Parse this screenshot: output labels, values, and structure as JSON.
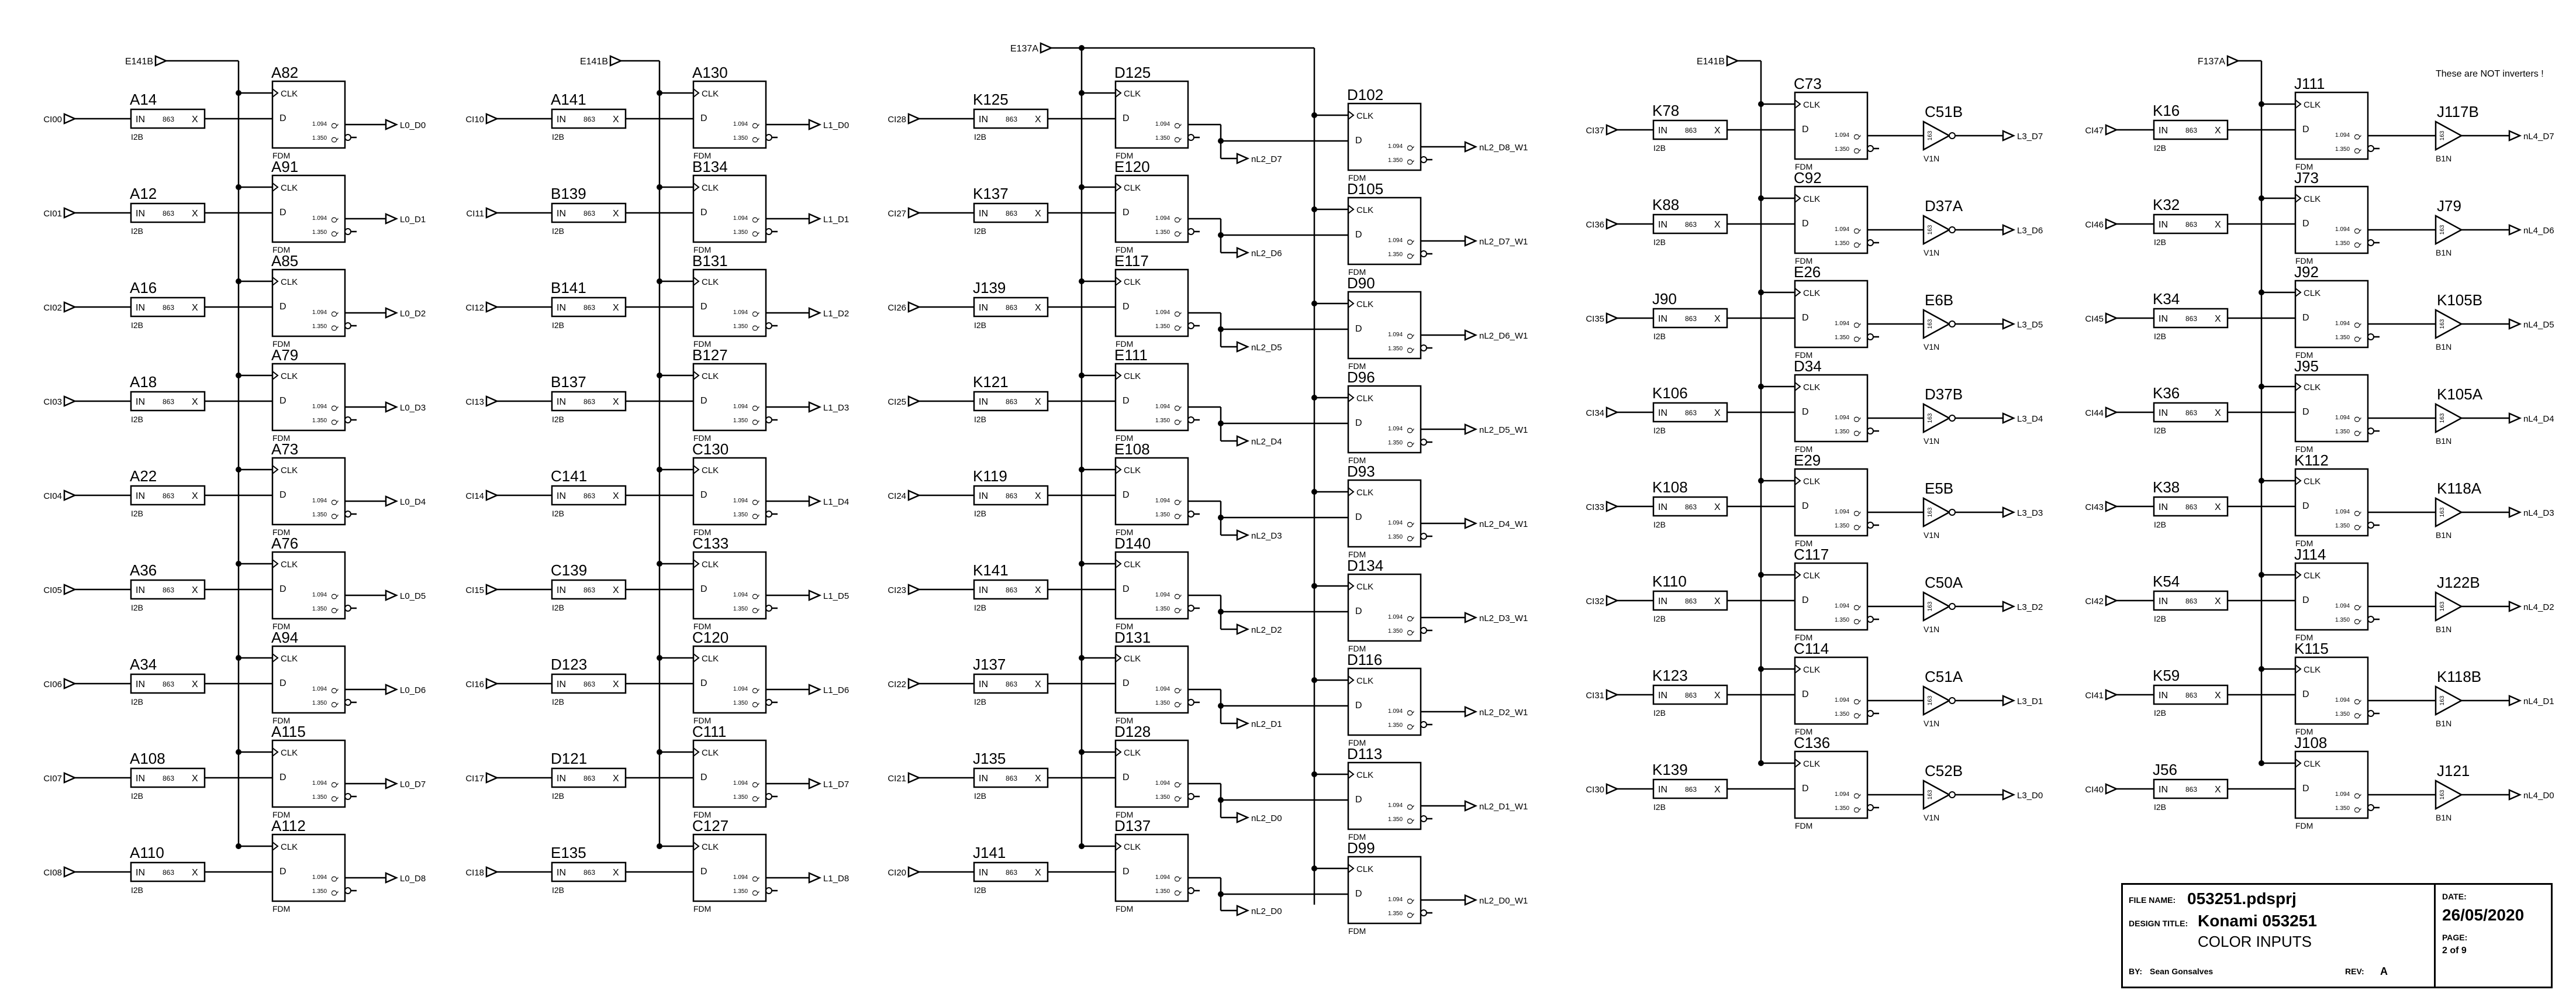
{
  "note": "These are NOT inverters !",
  "title_block": {
    "file_name_label": "FILE NAME:",
    "file_name": "053251.pdsprj",
    "design_title_label": "DESIGN TITLE:",
    "design_title": "Konami 053251",
    "subtitle": "COLOR INPUTS",
    "by_label": "BY:",
    "author": "Sean Gonsalves",
    "rev_label": "REV:",
    "rev": "A",
    "date_label": "DATE:",
    "date": "26/05/2020",
    "page_label": "PAGE:",
    "page": "2  of  9"
  },
  "common": {
    "buf_in": "IN",
    "buf_num": "863",
    "buf_x": "X",
    "buf_type": "I2B",
    "ff_clk": "CLK",
    "ff_d": "D",
    "ff_q": "Q",
    "ff_type": "FDM",
    "ff_v1": "1.094",
    "ff_v2": "1.350",
    "gate_num": "163",
    "gate_v1n": "V1N",
    "gate_b1n": "B1N"
  },
  "groups": [
    {
      "clock": "E141B",
      "inputs": [
        "CI00",
        "CI01",
        "CI02",
        "CI03",
        "CI04",
        "CI05",
        "CI06",
        "CI07",
        "CI08"
      ],
      "buffers": [
        "A14",
        "A12",
        "A16",
        "A18",
        "A22",
        "A36",
        "A34",
        "A108",
        "A110"
      ],
      "ffs": [
        "A82",
        "A91",
        "A85",
        "A79",
        "A73",
        "A76",
        "A94",
        "A115",
        "A112"
      ],
      "outputs": [
        "L0_D0",
        "L0_D1",
        "L0_D2",
        "L0_D3",
        "L0_D4",
        "L0_D5",
        "L0_D6",
        "L0_D7",
        "L0_D8"
      ]
    },
    {
      "clock": "E141B",
      "inputs": [
        "CI10",
        "CI11",
        "CI12",
        "CI13",
        "CI14",
        "CI15",
        "CI16",
        "CI17",
        "CI18"
      ],
      "buffers": [
        "A141",
        "B139",
        "B141",
        "B137",
        "C141",
        "C139",
        "D123",
        "D121",
        "E135"
      ],
      "ffs": [
        "A130",
        "B134",
        "B131",
        "B127",
        "C130",
        "C133",
        "C120",
        "C111",
        "C127"
      ],
      "outputs": [
        "L1_D0",
        "L1_D1",
        "L1_D2",
        "L1_D3",
        "L1_D4",
        "L1_D5",
        "L1_D6",
        "L1_D7",
        "L1_D8"
      ]
    },
    {
      "clock": "E137A",
      "inputs": [
        "CI28",
        "CI27",
        "CI26",
        "CI25",
        "CI24",
        "CI23",
        "CI22",
        "CI21",
        "CI20"
      ],
      "buffers": [
        "K125",
        "K137",
        "J139",
        "K121",
        "K119",
        "K141",
        "J137",
        "J135",
        "J141"
      ],
      "ffs": [
        "D125",
        "E120",
        "E117",
        "E111",
        "E108",
        "D140",
        "D131",
        "D128",
        "D137"
      ],
      "inv_outputs": [
        "nL2_D7",
        "nL2_D6",
        "nL2_D5",
        "nL2_D4",
        "nL2_D3",
        "nL2_D2",
        "nL2_D1",
        "nL2_D0"
      ],
      "ffs2": [
        "D102",
        "D105",
        "D90",
        "D96",
        "D93",
        "D134",
        "D116",
        "D113",
        "D99"
      ],
      "outputs": [
        "nL2_D8_W1",
        "nL2_D7_W1",
        "nL2_D6_W1",
        "nL2_D5_W1",
        "nL2_D4_W1",
        "nL2_D3_W1",
        "nL2_D2_W1",
        "nL2_D1_W1",
        "nL2_D0_W1"
      ]
    },
    {
      "clock": "E141B",
      "inputs": [
        "CI37",
        "CI36",
        "CI35",
        "CI34",
        "CI33",
        "CI32",
        "CI31",
        "CI30"
      ],
      "buffers": [
        "K78",
        "K88",
        "J90",
        "K106",
        "K108",
        "K110",
        "K123",
        "K139"
      ],
      "ffs": [
        "C73",
        "C92",
        "E26",
        "D34",
        "E29",
        "C117",
        "C114",
        "C136"
      ],
      "gates": [
        "C51B",
        "D37A",
        "E6B",
        "D37B",
        "E5B",
        "C50A",
        "C51A",
        "C52B"
      ],
      "outputs": [
        "L3_D7",
        "L3_D6",
        "L3_D5",
        "L3_D4",
        "L3_D3",
        "L3_D2",
        "L3_D1",
        "L3_D0"
      ]
    },
    {
      "clock": "F137A",
      "inputs": [
        "CI47",
        "CI46",
        "CI45",
        "CI44",
        "CI43",
        "CI42",
        "CI41",
        "CI40"
      ],
      "buffers": [
        "K16",
        "K32",
        "K34",
        "K36",
        "K38",
        "K54",
        "K59",
        "J56"
      ],
      "ffs": [
        "J111",
        "J73",
        "J92",
        "J95",
        "K112",
        "J114",
        "K115",
        "J108"
      ],
      "gates": [
        "J117B",
        "J79",
        "K105B",
        "K105A",
        "K118A",
        "J122B",
        "K118B",
        "J121"
      ],
      "outputs": [
        "nL4_D7",
        "nL4_D6",
        "nL4_D5",
        "nL4_D4",
        "nL4_D3",
        "nL4_D2",
        "nL4_D1",
        "nL4_D0"
      ]
    }
  ]
}
